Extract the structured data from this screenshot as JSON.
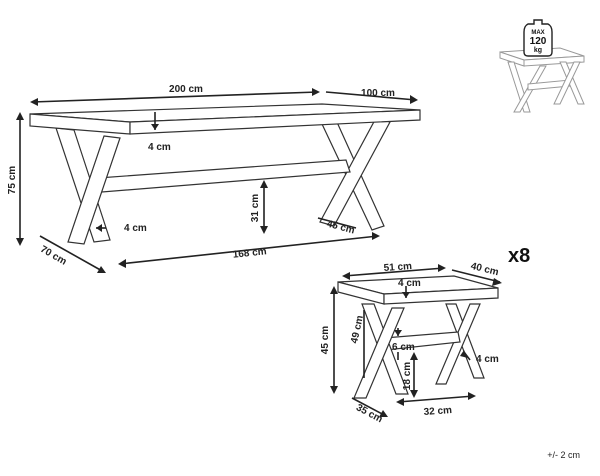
{
  "table": {
    "length": "200 cm",
    "depth": "100 cm",
    "top_thickness": "4 cm",
    "height": "75 cm",
    "stretcher_height": "31 cm",
    "leg_thickness": "4 cm",
    "inner_length": "168 cm",
    "base_depth": "70 cm",
    "leg_width": "45 cm"
  },
  "stool": {
    "quantity": "x8",
    "length": "51 cm",
    "depth": "40 cm",
    "top_thickness": "4 cm",
    "height": "45 cm",
    "leg_height": "49 cm",
    "stretcher_thickness": "6 cm",
    "stretcher_height": "18 cm",
    "leg_thickness": "4 cm",
    "base_depth": "35 cm",
    "inner_length": "32 cm"
  },
  "load_badge": {
    "line1": "MAX",
    "line2": "120",
    "line3": "kg"
  },
  "tolerance": "+/- 2 cm"
}
